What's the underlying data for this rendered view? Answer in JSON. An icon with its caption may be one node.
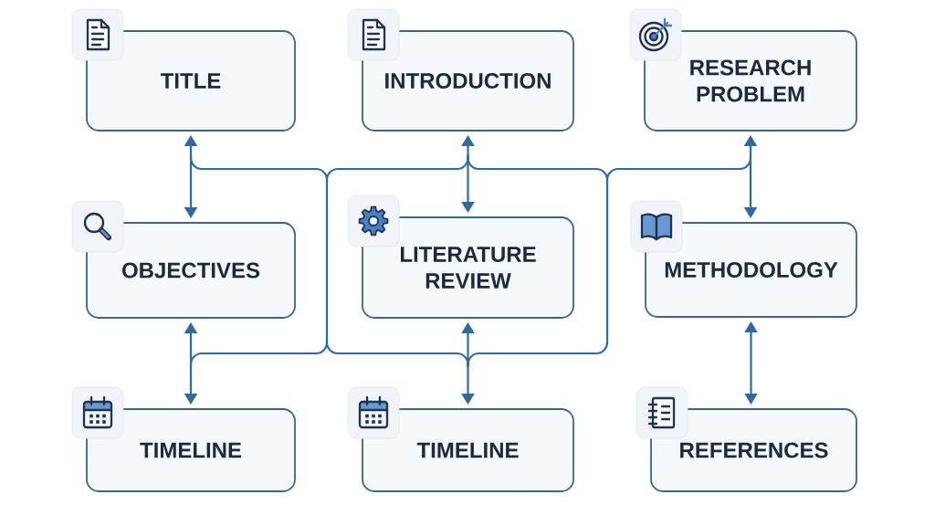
{
  "diagram": {
    "nodes": [
      {
        "text": [
          "TITLE"
        ]
      },
      {
        "text": [
          "INTRODUCTION"
        ]
      },
      {
        "text": [
          "RESEARCH PROBLEM"
        ]
      },
      {
        "text": [
          "OBJECTIVES"
        ]
      },
      {
        "text": [
          "LITERATURE REVIEW"
        ]
      },
      {
        "text": [
          "METHODOLOGY"
        ]
      },
      {
        "text": [
          "TIMELINE"
        ]
      },
      {
        "text": [
          "TIMELINE"
        ]
      },
      {
        "text": [
          "REFERENCES"
        ]
      }
    ],
    "edges": [
      {
        "from": 0,
        "to": 3,
        "arrow": "both"
      },
      {
        "from": 3,
        "to": 6,
        "arrow": "both"
      },
      {
        "from": 1,
        "to": 4,
        "arrow": "both"
      },
      {
        "from": 4,
        "to": 7,
        "arrow": "both"
      },
      {
        "from": 2,
        "to": 5,
        "arrow": "both"
      },
      {
        "from": 5,
        "to": 8,
        "arrow": "both"
      }
    ]
  }
}
